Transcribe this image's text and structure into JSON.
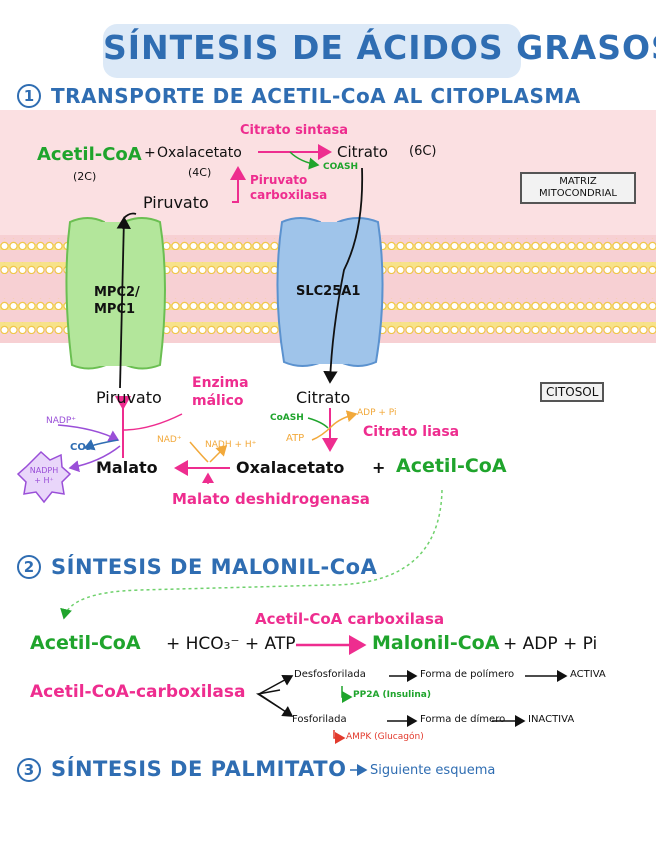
{
  "title": "SÍNTESIS DE ÁCIDOS GRASOS",
  "sections": [
    {
      "num": "1",
      "label": "TRANSPORTE DE ACETIL-CoA AL CITOPLASMA"
    },
    {
      "num": "2",
      "label": "SÍNTESIS DE MALONIL-CoA"
    },
    {
      "num": "3",
      "label": "SÍNTESIS DE PALMITATO"
    }
  ],
  "section3_note": "Siguiente esquema",
  "compartments": {
    "matrix": "MATRIZ MITOCONDRIAL",
    "cytosol": "CITOSOL"
  },
  "transporters": {
    "mpc": "MPC2/ MPC1",
    "slc": "SLC25A1"
  },
  "matrix": {
    "acetil_coa": "Acetil-CoA",
    "acetil_coa_c": "(2C)",
    "plus": "+",
    "oxalacetato": "Oxalacetato",
    "oxalacetato_c": "(4C)",
    "citrato_sintasa": "Citrato sintasa",
    "coash": "COASH",
    "citrato": "Citrato",
    "citrato_c": "(6C)",
    "piruvato": "Piruvato",
    "piruvato_carboxilasa": "Piruvato carboxilasa"
  },
  "cytosol": {
    "piruvato": "Piruvato",
    "enzima_malico": "Enzima málico",
    "nadp": "NADP⁺",
    "co2": "CO₂",
    "nadph": "NADPH + H⁺",
    "malato": "Malato",
    "nad": "NAD⁺",
    "nadh": "NADH + H⁺",
    "oxalacetato": "Oxalacetato",
    "plus": "+",
    "acetil_coa": "Acetil-CoA",
    "malato_dh": "Malato deshidrogenasa",
    "citrato": "Citrato",
    "coash": "CoASH",
    "atp": "ATP",
    "adp_pi": "ADP + Pi",
    "citrato_liasa": "Citrato liasa"
  },
  "section2": {
    "enzyme": "Acetil-CoA carboxilasa",
    "acetil_coa": "Acetil-CoA",
    "hco3": "+ HCO₃⁻ + ATP",
    "malonil": "Malonil-CoA",
    "products": "+ ADP + Pi",
    "regulation_enzyme": "Acetil-CoA-carboxilasa",
    "desfosforilada": "Desfosforilada",
    "forma_polimero": "Forma de polímero",
    "activa": "ACTIVA",
    "pp2a": "PP2A (Insulina)",
    "fosforilada": "Fosforilada",
    "forma_dimero": "Forma de dímero",
    "inactiva": "INACTIVA",
    "ampk": "AMPK (Glucagón)"
  },
  "colors": {
    "blue": "#2f6db2",
    "green": "#1fa42c",
    "pink": "#ee2d8f",
    "matrix_bg": "#fbe0e2",
    "membrane": "#f5e07a"
  }
}
